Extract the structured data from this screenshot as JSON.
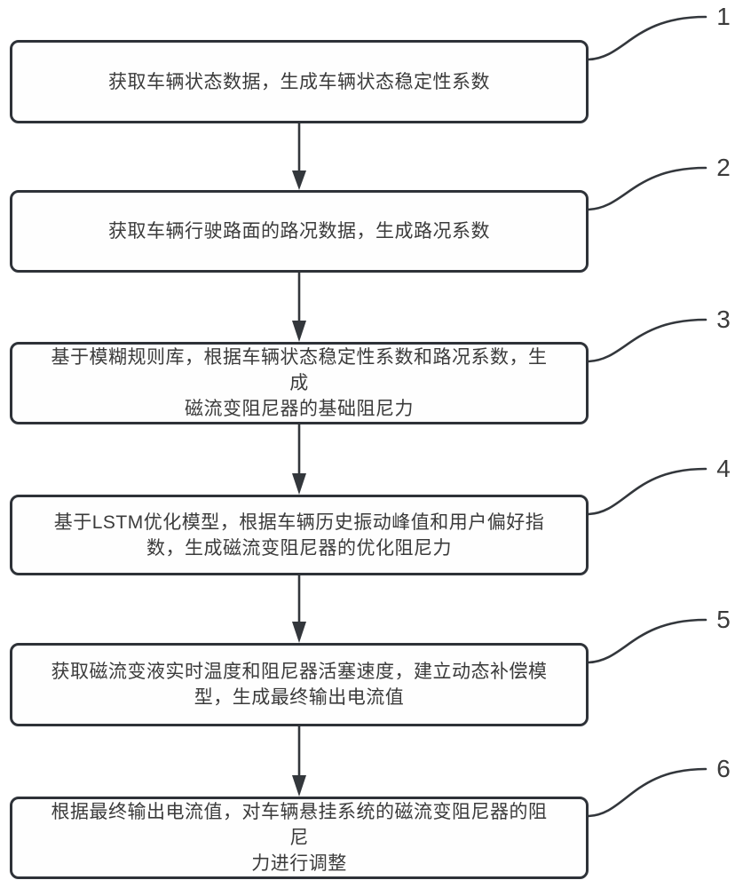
{
  "figure": {
    "background": "#ffffff",
    "line_color": "#33373c",
    "text_color": "#3b3b3b",
    "box_fill": "#fefefe",
    "box_border": "#2e3238"
  },
  "diagram": {
    "type": "flowchart",
    "direction": "top-down",
    "steps": [
      {
        "number": "1",
        "text": "获取车辆状态数据，生成车辆状态稳定性系数"
      },
      {
        "number": "2",
        "text": "获取车辆行驶路面的路况数据，生成路况系数"
      },
      {
        "number": "3",
        "text": "基于模糊规则库，根据车辆状态稳定性系数和路况系数，生成\n磁流变阻尼器的基础阻尼力"
      },
      {
        "number": "4",
        "text": "基于LSTM优化模型，根据车辆历史振动峰值和用户偏好指\n数，生成磁流变阻尼器的优化阻尼力"
      },
      {
        "number": "5",
        "text": "获取磁流变液实时温度和阻尼器活塞速度，建立动态补偿模\n型，生成最终输出电流值"
      },
      {
        "number": "6",
        "text": "根据最终输出电流值，对车辆悬挂系统的磁流变阻尼器的阻尼\n力进行调整"
      }
    ]
  }
}
